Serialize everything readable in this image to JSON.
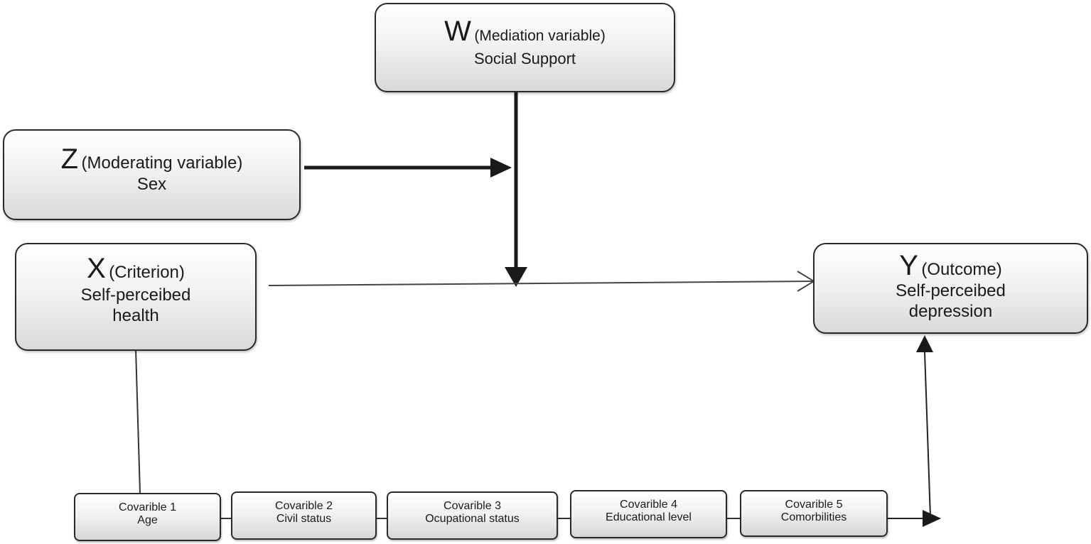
{
  "nodes": {
    "w": {
      "letter": "W",
      "role": "(Mediation variable)",
      "name": "Social Support"
    },
    "z": {
      "letter": "Z",
      "role": "(Moderating variable)",
      "name": "Sex"
    },
    "x": {
      "letter": "X",
      "role": "(Criterion)",
      "name_line1": "Self-perceibed",
      "name_line2": "health"
    },
    "y": {
      "letter": "Y",
      "role": "(Outcome)",
      "name_line1": "Self-perceibed",
      "name_line2": "depression"
    }
  },
  "covariables": [
    {
      "title": "Covarible 1",
      "name": "Age"
    },
    {
      "title": "Covarible 2",
      "name": "Civil status"
    },
    {
      "title": "Covarible 3",
      "name": "Ocupational status"
    },
    {
      "title": "Covarible 4",
      "name": "Educational level"
    },
    {
      "title": "Covarible 5",
      "name": "Comorbilities"
    }
  ],
  "colors": {
    "stroke": "#2a2a2a",
    "box_top": "#ffffff",
    "box_bottom": "#d9d9d9"
  }
}
